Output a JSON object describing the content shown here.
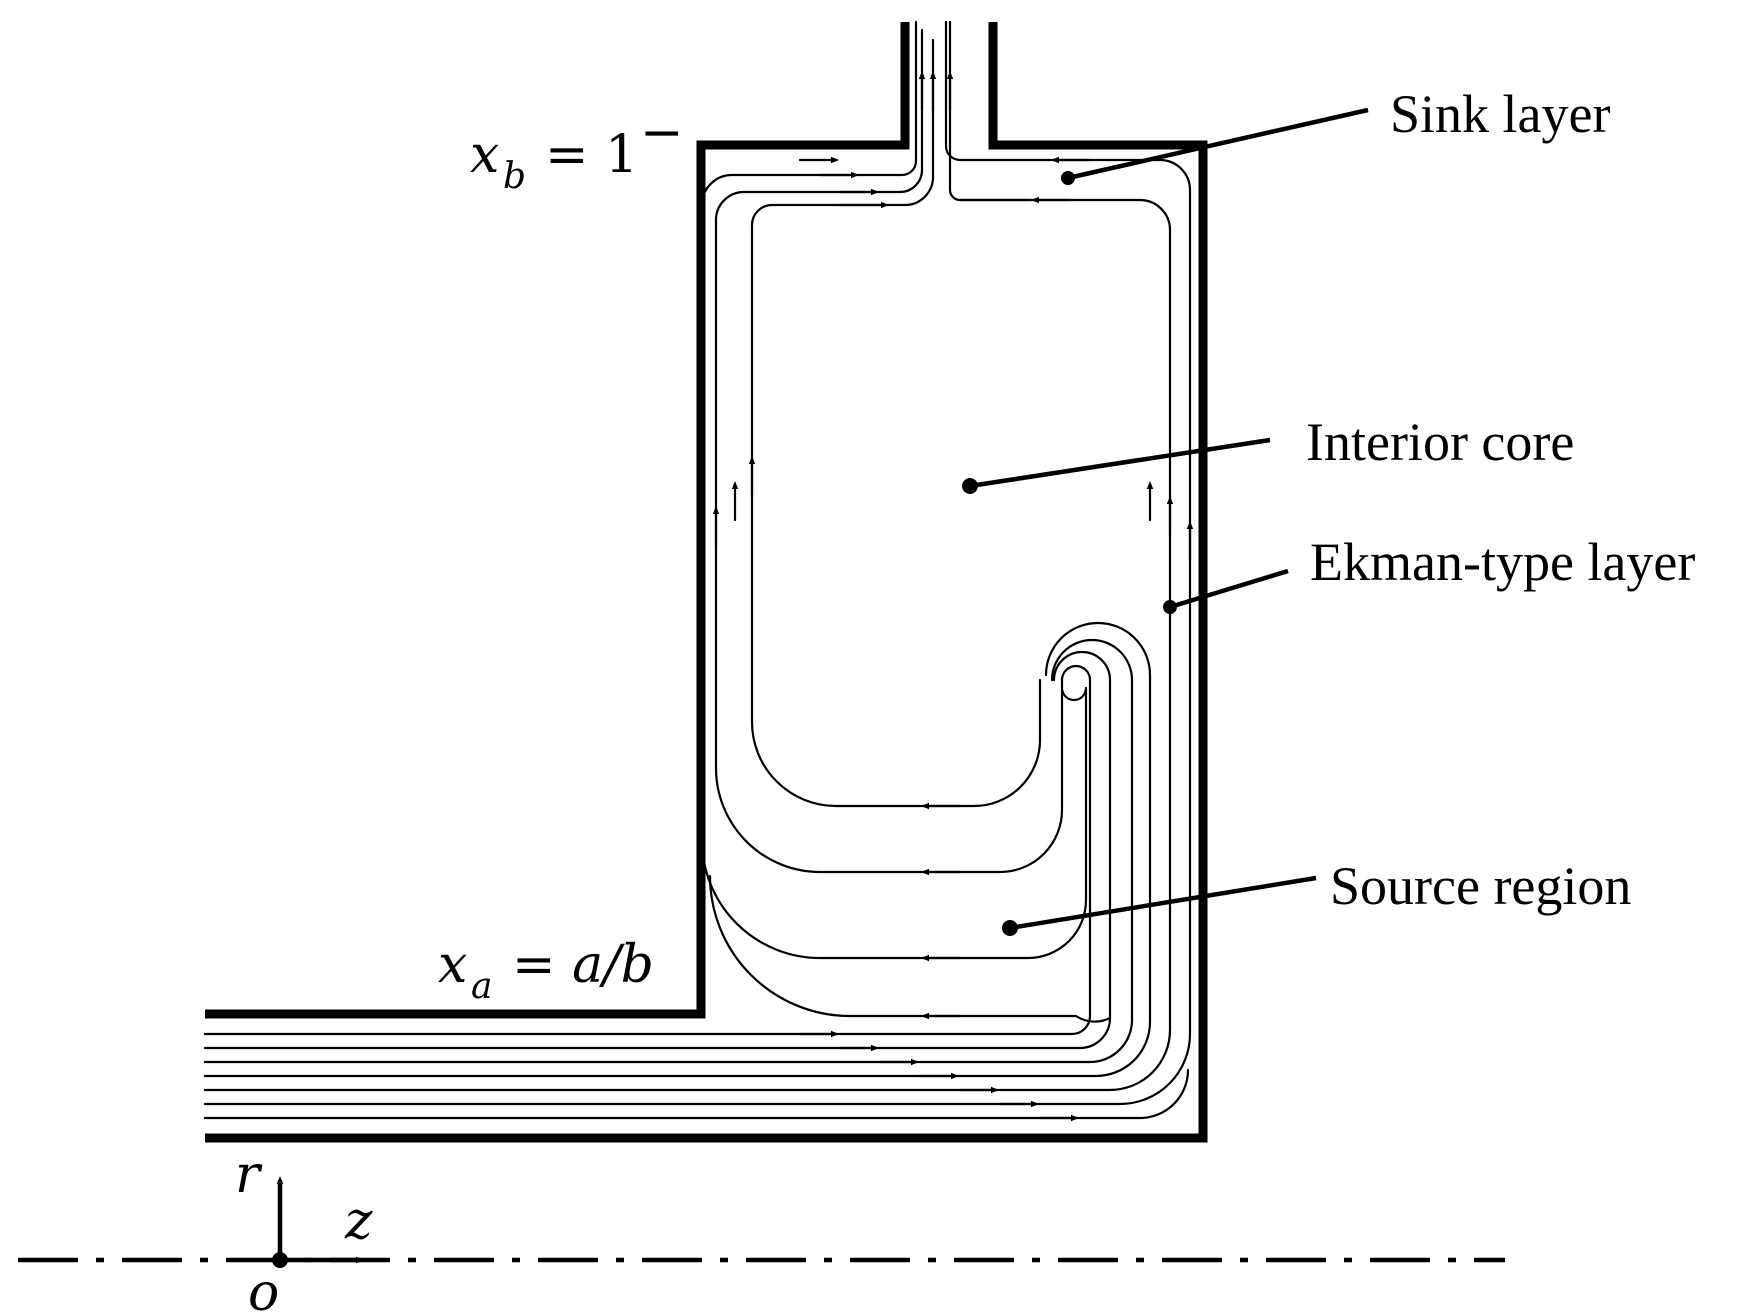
{
  "labels": {
    "sink_layer": "Sink layer",
    "interior_core": "Interior core",
    "ekman_layer": "Ekman-type layer",
    "source_region": "Source region"
  },
  "math": {
    "xb_var": "x",
    "xb_sub": "b",
    "xb_rhs": "= 1",
    "xb_sup": "−",
    "xa_var": "x",
    "xa_sub": "a",
    "xa_rhs": "= a/b"
  },
  "axes": {
    "r": "r",
    "z": "z",
    "origin": "o"
  }
}
